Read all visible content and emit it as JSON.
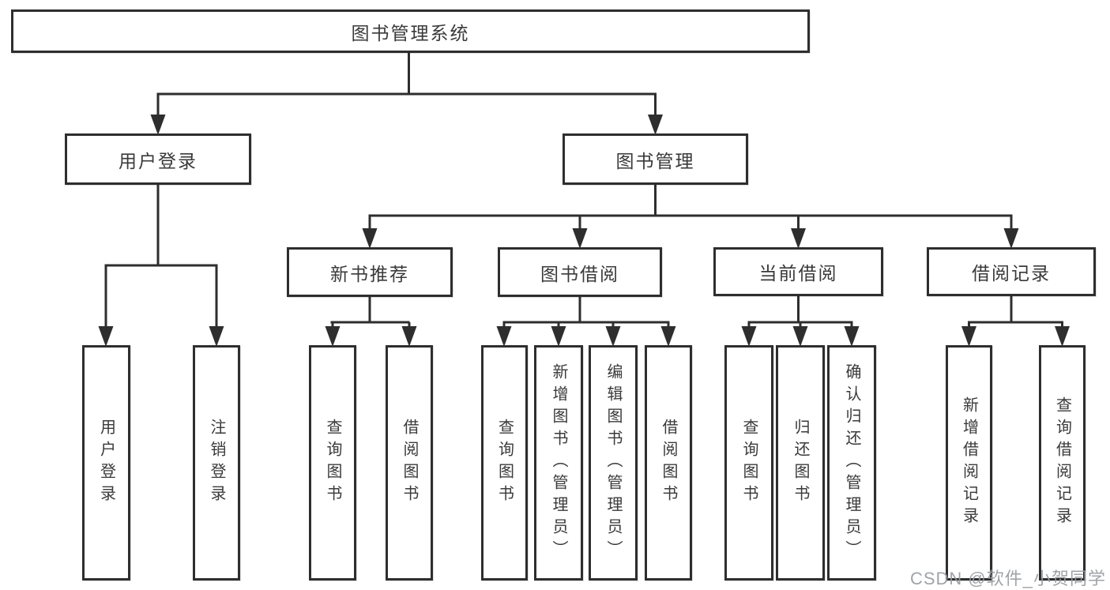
{
  "diagram": {
    "title": "图书管理系统",
    "type": "hierarchy"
  },
  "colors": {
    "line": "#2e2e2e",
    "box_border": "#2e2e2e",
    "box_background": "#ffffff",
    "text": "#3a3a3a",
    "watermark": "#989ba0",
    "page_background": "#ffffff"
  },
  "nodes": {
    "root": {
      "label": "图书管理系统"
    },
    "user_login": {
      "label": "用户登录"
    },
    "book_management": {
      "label": "图书管理"
    },
    "new_book_recommend": {
      "label": "新书推荐"
    },
    "book_borrowing": {
      "label": "图书借阅"
    },
    "current_borrowing": {
      "label": "当前借阅"
    },
    "borrowing_records": {
      "label": "借阅记录"
    },
    "leaf_user_login": {
      "label": "用户登录"
    },
    "leaf_logout": {
      "label": "注销登录"
    },
    "leaf_query_books_1": {
      "label": "查询图书"
    },
    "leaf_borrow_books_1": {
      "label": "借阅图书"
    },
    "leaf_query_books_2": {
      "label": "查询图书"
    },
    "leaf_add_books_admin": {
      "label": "新增图书（管理员）"
    },
    "leaf_edit_books_admin": {
      "label": "编辑图书（管理员）"
    },
    "leaf_borrow_books_2": {
      "label": "借阅图书"
    },
    "leaf_query_books_3": {
      "label": "查询图书"
    },
    "leaf_return_books": {
      "label": "归还图书"
    },
    "leaf_confirm_return_admin": {
      "label": "确认归还（管理员）"
    },
    "leaf_add_borrow_record": {
      "label": "新增借阅记录"
    },
    "leaf_query_borrow_record": {
      "label": "查询借阅记录"
    }
  },
  "watermark": {
    "text": "CSDN @软件_小贺同学"
  }
}
